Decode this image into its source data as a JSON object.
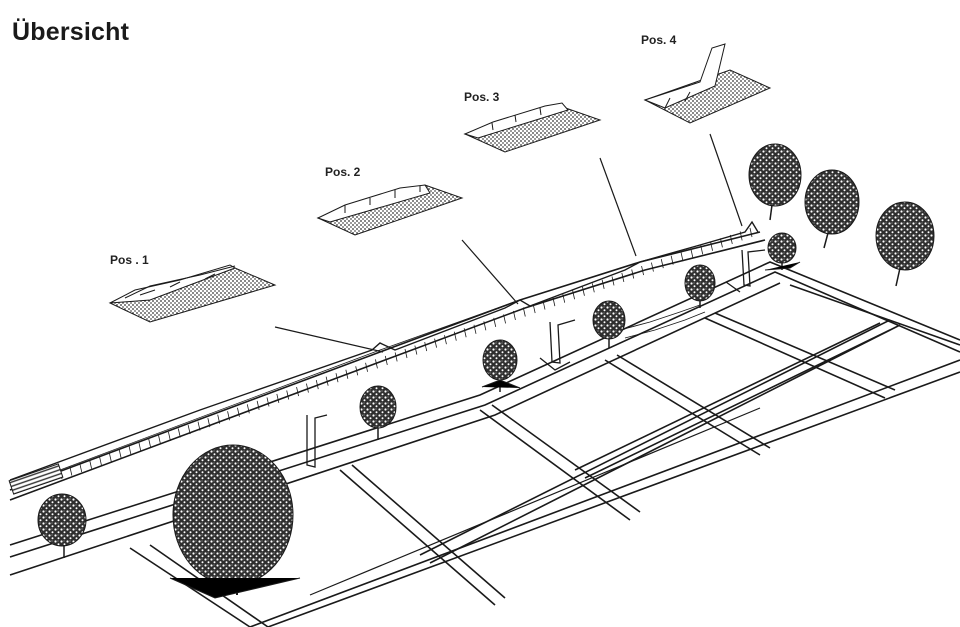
{
  "title": "Übersicht",
  "labels": {
    "pos1": "Pos . 1",
    "pos2": "Pos. 2",
    "pos3": "Pos. 3",
    "pos4": "Pos. 4"
  },
  "colors": {
    "ink": "#1a1a1a",
    "hatch": "#555555",
    "foliage": "#3a3a3a"
  }
}
